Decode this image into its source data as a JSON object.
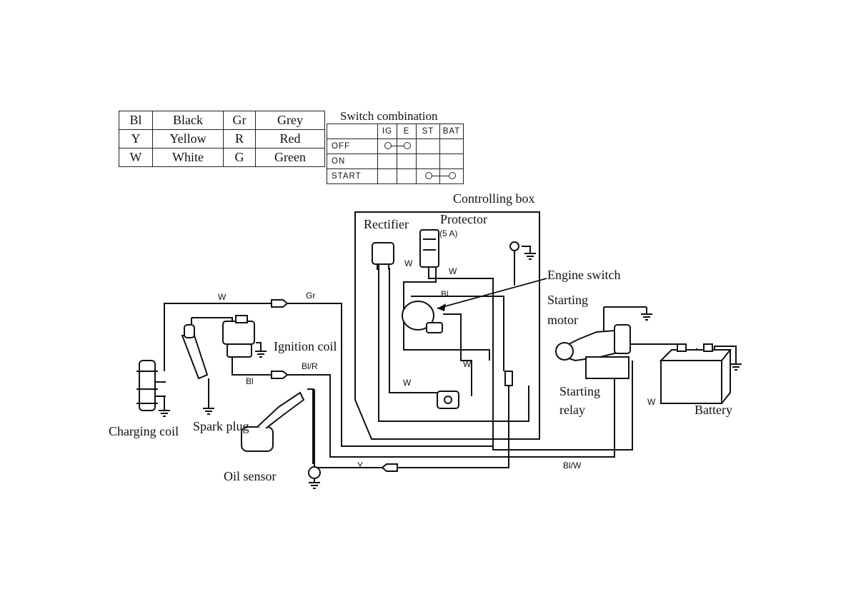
{
  "legend": {
    "rows": [
      [
        {
          "code": "Bl",
          "name": "Black"
        },
        {
          "code": "Gr",
          "name": "Grey"
        }
      ],
      [
        {
          "code": "Y",
          "name": "Yellow"
        },
        {
          "code": "R",
          "name": "Red"
        }
      ],
      [
        {
          "code": "W",
          "name": "White"
        },
        {
          "code": "G",
          "name": "Green"
        }
      ]
    ]
  },
  "switch_table": {
    "title": "Switch combination",
    "columns": [
      "IG",
      "E",
      "ST",
      "BAT"
    ],
    "rows": [
      {
        "label": "OFF",
        "connected": [
          "IG",
          "E"
        ]
      },
      {
        "label": "ON",
        "connected": []
      },
      {
        "label": "START",
        "connected": [
          "ST",
          "BAT"
        ]
      }
    ]
  },
  "labels": {
    "controlling_box": "Controlling box",
    "rectifier": "Rectifier",
    "protector": "Protector",
    "protector_rating": "(5 A)",
    "engine_switch": "Engine switch",
    "starting_motor_1": "Starting",
    "starting_motor_2": "motor",
    "ignition_coil": "Ignition coil",
    "starting_relay_1": "Starting",
    "starting_relay_2": "relay",
    "battery": "Battery",
    "charging_coil": "Charging coil",
    "spark_plug": "Spark plug",
    "oil_sensor": "Oil sensor"
  },
  "wire_labels": {
    "w_top": "W",
    "gr_top": "Gr",
    "w_rectifier": "W",
    "w_protector": "W",
    "bl_switch": "Bl",
    "bl_r": "Bl/R",
    "bl_coil": "Bl",
    "w_valve": "W",
    "w_lower": "W",
    "w_relay": "W",
    "y_bottom": "Y",
    "bl_w": "Bl/W"
  },
  "colors": {
    "ink": "#111111",
    "background": "#ffffff"
  }
}
